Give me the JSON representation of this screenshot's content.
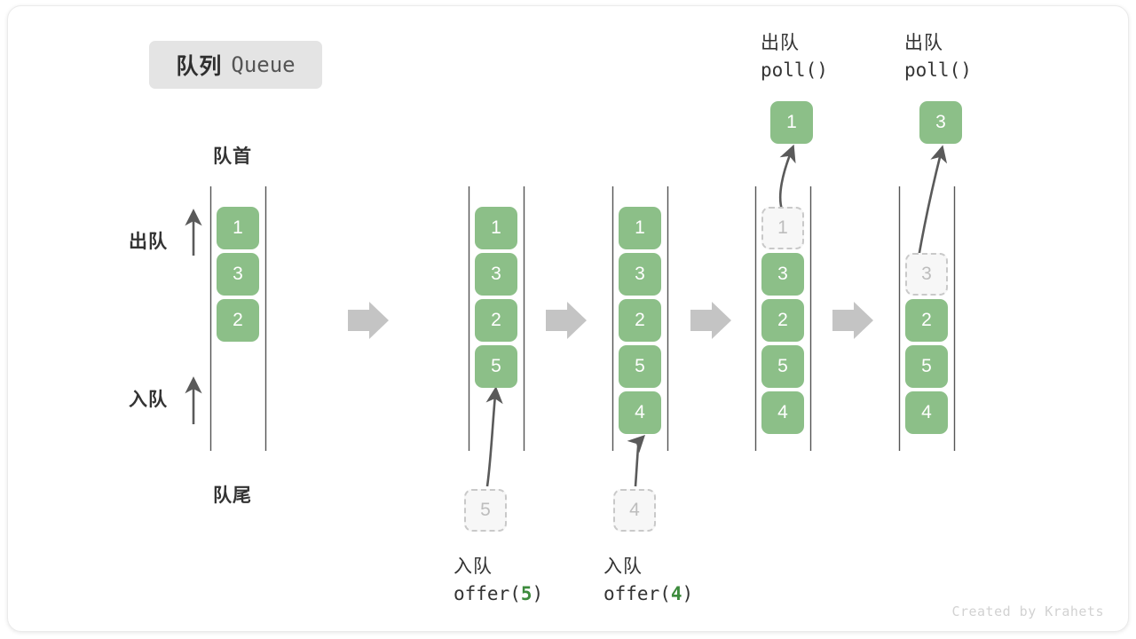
{
  "title": {
    "cn": "队列",
    "en": "Queue"
  },
  "labels": {
    "front": "队首",
    "rear": "队尾",
    "dequeue": "出队",
    "enqueue": "入队"
  },
  "watermark": "Created by Krahets",
  "colors": {
    "cell_green": "#8cbf88",
    "ghost_fill": "#f7f7f7",
    "ghost_border": "#c9c9c9",
    "ghost_text": "#bdbdbd",
    "rail": "#555555",
    "flow_arrow": "#c4c4c4",
    "accent_green": "#3d8b3d",
    "chip_bg": "#e4e4e4"
  },
  "stages": [
    {
      "id": "initial",
      "cells": [
        "1",
        "3",
        "2"
      ],
      "ghost_index": -1,
      "side_labels": {
        "front": "队首",
        "rear": "队尾",
        "dequeue": "出队",
        "enqueue": "入队"
      }
    },
    {
      "id": "offer-5",
      "cells": [
        "1",
        "3",
        "2",
        "5"
      ],
      "ghost_index": -1,
      "incoming": {
        "value": "5",
        "op_cn": "入队",
        "op_code_prefix": "offer(",
        "op_code_value": "5",
        "op_code_suffix": ")"
      }
    },
    {
      "id": "offer-4",
      "cells": [
        "1",
        "3",
        "2",
        "5",
        "4"
      ],
      "ghost_index": -1,
      "incoming": {
        "value": "4",
        "op_cn": "入队",
        "op_code_prefix": "offer(",
        "op_code_value": "4",
        "op_code_suffix": ")"
      }
    },
    {
      "id": "poll-1",
      "cells": [
        "1",
        "3",
        "2",
        "5",
        "4"
      ],
      "ghost_index": 0,
      "outgoing": {
        "value": "1",
        "op_cn": "出队",
        "op_code": "poll()"
      }
    },
    {
      "id": "poll-3",
      "cells": [
        "",
        "3",
        "2",
        "5",
        "4"
      ],
      "ghost_index": 1,
      "outgoing": {
        "value": "3",
        "op_cn": "出队",
        "op_code": "poll()"
      }
    }
  ],
  "flow_arrows": 4,
  "cell_values": {
    "s1": [
      "1",
      "3",
      "2"
    ],
    "s2": [
      "1",
      "3",
      "2",
      "5"
    ],
    "s3": [
      "1",
      "3",
      "2",
      "5",
      "4"
    ],
    "s4_ghost": "1",
    "s4": [
      "3",
      "2",
      "5",
      "4"
    ],
    "s5_ghost": "3",
    "s5": [
      "2",
      "5",
      "4"
    ],
    "popped1": "1",
    "popped2": "3",
    "incoming1": "5",
    "incoming2": "4"
  },
  "ops": {
    "poll_cn": "出队",
    "poll_code": "poll()",
    "offer_cn": "入队",
    "offer5_pre": "offer(",
    "offer5_val": "5",
    "offer5_post": ")",
    "offer4_pre": "offer(",
    "offer4_val": "4",
    "offer4_post": ")"
  }
}
